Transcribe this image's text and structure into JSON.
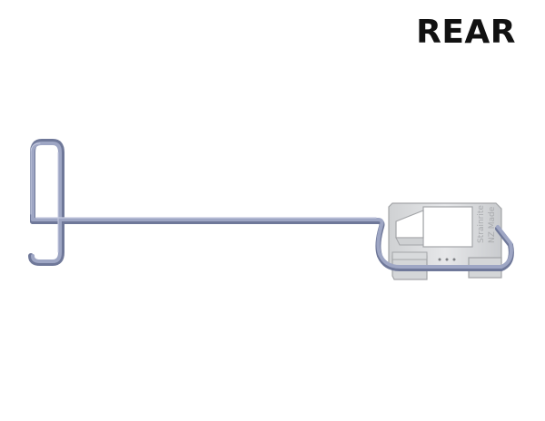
{
  "view_label": "REAR",
  "product": {
    "name_icon": "wire-hook-bracket-icon",
    "emboss_line1": "Strainrite",
    "emboss_line2": "NZ Made",
    "colors": {
      "wire": "#9ea6c4",
      "wire_highlight": "#c6cbe0",
      "wire_shadow": "#6f7899",
      "clip": "#dcdddf",
      "clip_edge": "#a3a5a8",
      "clip_shadow": "#bfc1c4"
    }
  }
}
